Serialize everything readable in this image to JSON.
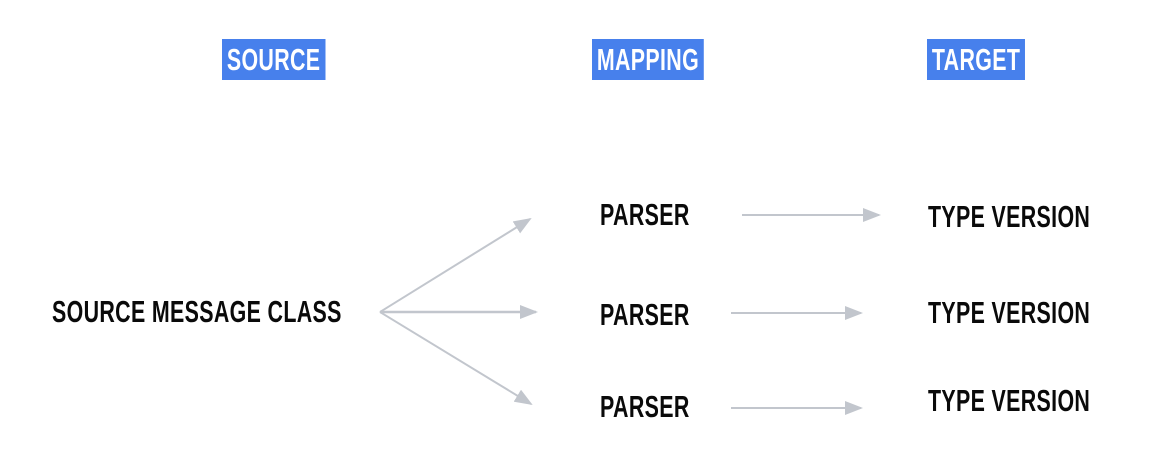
{
  "diagram": {
    "headers": [
      {
        "label": "SOURCE"
      },
      {
        "label": "MAPPING"
      },
      {
        "label": "TARGET"
      }
    ],
    "source_node": {
      "label": "SOURCE MESSAGE CLASS"
    },
    "rows": [
      {
        "parser": "PARSER",
        "target": "TYPE VERSION"
      },
      {
        "parser": "PARSER",
        "target": "TYPE VERSION"
      },
      {
        "parser": "PARSER",
        "target": "TYPE VERSION"
      }
    ],
    "colors": {
      "header_bg": "#4780ec",
      "header_text": "#ffffff",
      "arrow": "#c2c6cd",
      "text": "#0a0a0a",
      "background": "#ffffff"
    }
  }
}
